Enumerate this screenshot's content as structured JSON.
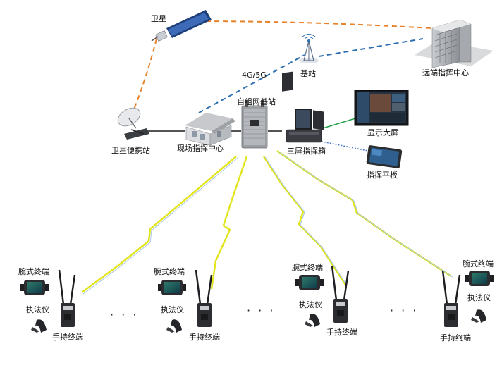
{
  "nodes": {
    "satellite": "卫星",
    "remote_center": "远端指挥中心",
    "base_station": "基站",
    "network_label": "4G/5G",
    "ad_hoc_base": "自组网基站",
    "display_screen": "显示大屏",
    "triple_screen_box": "三屏指挥箱",
    "command_tablet": "指挥平板",
    "satellite_portable": "卫星便携站",
    "field_center": "现场指挥中心"
  },
  "terminal_groups": [
    {
      "wrist": "腕式终端",
      "recorder": "执法仪",
      "handheld": "手持终端"
    },
    {
      "wrist": "腕式终端",
      "recorder": "执法仪",
      "handheld": "手持终端"
    },
    {
      "wrist": "腕式终端",
      "recorder": "执法仪",
      "handheld": "手持终端"
    },
    {
      "wrist": "腕式终端",
      "recorder": "执法仪",
      "handheld": "手持终端"
    }
  ],
  "ellipsis": "· · ·",
  "colors": {
    "satellite_link": "#e8822a",
    "cellular_link": "#2f6fb3",
    "wired_link": "#1a1a1a",
    "wireless_link": "#e3e61a",
    "display_link": "#22a04a",
    "tablet_link": "#4a78c8"
  }
}
